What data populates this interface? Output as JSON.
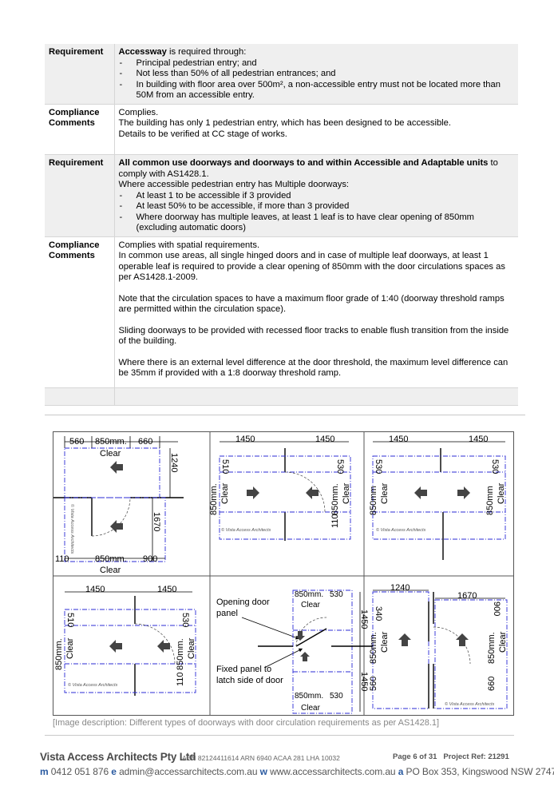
{
  "rows": [
    {
      "label": "Requirement",
      "bold_lead": "Accessway",
      "lead_rest": " is required through:",
      "items": [
        "Principal pedestrian entry; and",
        "Not less than 50% of all pedestrian entrances; and",
        "In building with floor area over 500m², a non-accessible entry must not be located more than 50M from an accessible entry."
      ]
    },
    {
      "label_line1": "Compliance",
      "label_line2": "Comments",
      "lines": [
        "Complies.",
        "The building has only 1 pedestrian entry, which has been designed to be accessible.",
        "Details to be verified at CC stage of works."
      ]
    },
    {
      "label": "Requirement",
      "bold_lead": "All common use doorways and doorways to and within Accessible and Adaptable units",
      "lead_rest": " to comply with AS1428.1.",
      "line2": "Where accessible pedestrian entry has Multiple doorways:",
      "items": [
        "At least 1 to be accessible if 3 provided",
        "At least 50% to be accessible, if more than 3 provided",
        "Where doorway has multiple leaves, at least 1 leaf is to have clear opening of 850mm (excluding automatic doors)"
      ]
    },
    {
      "label_line1": "Compliance",
      "label_line2": "Comments",
      "para1a": "Complies with spatial requirements.",
      "para1b": "In common use areas, all single hinged doors and in case of multiple leaf doorways, at least 1 operable leaf is required to provide a clear opening of 850mm with the door circulations spaces as per AS1428.1-2009.",
      "para2": "Note that the circulation spaces to have a maximum floor grade of 1:40 (doorway threshold ramps are permitted within the circulation space).",
      "para3": "Sliding doorways to be provided with recessed floor tracks to enable flush transition from the inside of the building.",
      "para4": "Where there is an external level difference at the door threshold, the maximum level difference can be 35mm if provided with a 1:8 doorway threshold ramp."
    }
  ],
  "figure": {
    "d1": {
      "t560": "560",
      "t850": "850mm.",
      "t660": "660",
      "clear": "Clear",
      "t1240": "1240",
      "t1670": "1670",
      "t110": "110",
      "t850b": "850mm.",
      "t900": "900",
      "clear2": "Clear"
    },
    "d2": {
      "t1450a": "1450",
      "t1450b": "1450",
      "t510": "510",
      "t530": "530",
      "t850l": "850mm.",
      "clearl": "Clear",
      "t850r": "850mm.",
      "clearr": "Clear",
      "t110": "110"
    },
    "d3": {
      "t1450a": "1450",
      "t1450b": "1450",
      "t530a": "530",
      "t530b": "530",
      "t850l": "850mm",
      "clearl": "Clear",
      "t850r": "850mm",
      "clearr": "Clear"
    },
    "d4": {
      "t1450a": "1450",
      "t1450b": "1450",
      "t510": "510",
      "t530": "530",
      "t850l": "850mm.",
      "clearl": "Clear",
      "t850r": "850mm.",
      "clearr": "Clear",
      "t110": "110"
    },
    "d5": {
      "label_open1": "Opening door",
      "label_open2": "panel",
      "label_fixed1": "Fixed panel  to",
      "label_fixed2": "latch side of door",
      "t850a": "850mm.",
      "t530a": "530",
      "cleara": "Clear",
      "t1450a": "1450",
      "t1450b": "1450",
      "t850b": "850mm.",
      "t530b": "530",
      "clearb": "Clear"
    },
    "d6": {
      "t1240": "1240",
      "t1670": "1670",
      "t340": "340",
      "t900": "900",
      "t850l": "850mm.",
      "clearl": "Clear",
      "t850r": "850mm.",
      "clearr": "Clear",
      "t560": "560",
      "t660": "660"
    },
    "watermark": "© Vista Access Architects",
    "watermark_vert": "© Vista Access Architects"
  },
  "caption": "[Image description: Different types of doorways with door circulation requirements as per AS1428.1]",
  "footer": {
    "company": "Vista Access Architects Pty Ltd",
    "abn": "ABN 82124411614  ARN 6940  ACAA 281  LHA 10032",
    "page": "Page 6 of 31",
    "project_ref": "Project Ref: 21291",
    "m_label": "m",
    "phone": " 0412 051 876 ",
    "e_label": "e",
    "email": " admin@accessarchitects.com.au ",
    "w_label": "w",
    "website": " www.accessarchitects.com.au ",
    "a_label": "a",
    "address": " PO Box 353, Kingswood NSW 2747"
  },
  "colors": {
    "dim_blue": "#2b2bd6",
    "row_shade": "#efefef",
    "footer_blue": "#2a5aa0"
  }
}
